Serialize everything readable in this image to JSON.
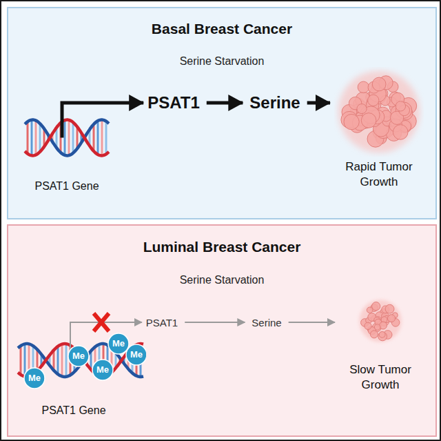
{
  "diagram": {
    "nodes": [
      {
        "text": [
          "Basal Breast Cancer",
          "Serine Starvation"
        ]
      },
      {
        "text": [
          "PSAT1 Gene"
        ],
        "in": 0
      },
      {
        "text": [
          "PSAT1"
        ],
        "in": 0
      },
      {
        "text": [
          "Serine"
        ],
        "in": 0
      },
      {
        "text": [
          "Rapid Tumor Growth"
        ],
        "in": 0
      },
      {
        "text": [
          "Luminal Breast Cancer",
          "Serine Starvation"
        ]
      },
      {
        "text": [
          "PSAT1 Gene"
        ],
        "in": 5
      },
      {
        "text": [
          "PSAT1"
        ],
        "in": 5
      },
      {
        "text": [
          "Serine"
        ],
        "in": 5
      },
      {
        "text": [
          "Slow Tumor Growth"
        ],
        "in": 5
      }
    ],
    "edges": [
      {
        "from": 1,
        "to": 2,
        "arrow": "to"
      },
      {
        "from": 2,
        "to": 3,
        "arrow": "to"
      },
      {
        "from": 3,
        "to": 4,
        "arrow": "to"
      },
      {
        "from": 6,
        "to": 7,
        "arrow": "to"
      },
      {
        "from": 7,
        "to": 8,
        "arrow": "to"
      },
      {
        "from": 8,
        "to": 9,
        "arrow": "to"
      }
    ],
    "labels": [
      "Me",
      "Me",
      "Me",
      "Me",
      "Me"
    ]
  }
}
